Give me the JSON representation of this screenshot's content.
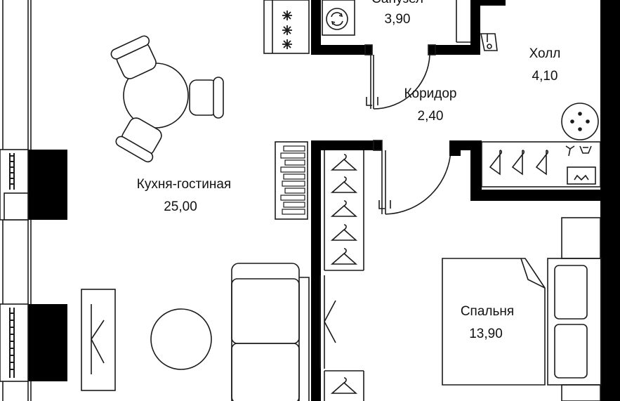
{
  "rooms": {
    "bathroom": {
      "name": "Санузел",
      "area": "3,90"
    },
    "hall": {
      "name": "Холл",
      "area": "4,10"
    },
    "corridor": {
      "name": "Коридор",
      "area": "2,40"
    },
    "kitchen_living": {
      "name": "Кухня-гостиная",
      "area": "25,00"
    },
    "bedroom": {
      "name": "Спальня",
      "area": "13,90"
    }
  },
  "colors": {
    "wall": "#000000",
    "line": "#1a1a1a",
    "background": "#ffffff"
  },
  "icons": [
    "stove-icon",
    "washing-machine-icon",
    "sink-icon",
    "hanger-icon",
    "door-swing-icon",
    "chair-icon",
    "table-icon",
    "sofa-icon",
    "bed-icon",
    "pillow-icon",
    "wardrobe-icon"
  ]
}
